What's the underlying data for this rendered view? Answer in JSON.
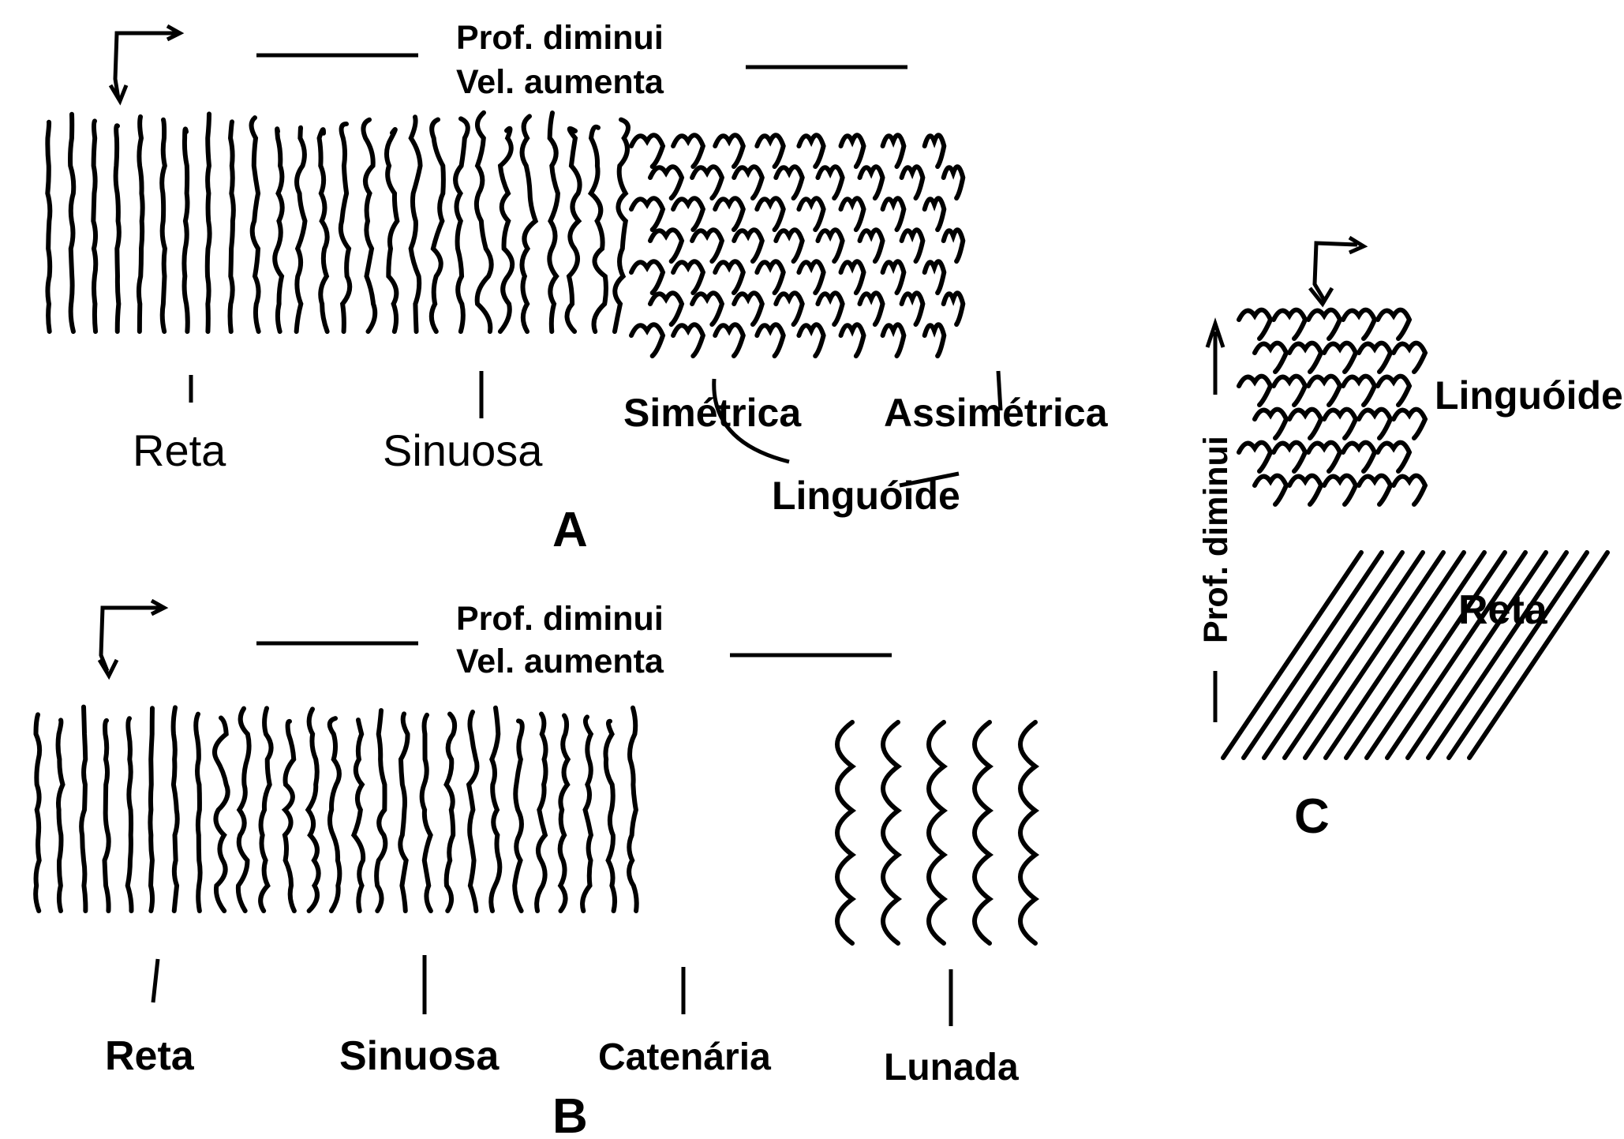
{
  "panel_a": {
    "header_line1": "Prof. diminui",
    "header_line2": "Vel. aumenta",
    "label_reta": "Reta",
    "label_sinuosa": "Sinuosa",
    "label_simetrica": "Simétrica",
    "label_assimetrica": "Assimétrica",
    "label_linguoide": "Linguóide",
    "panel_letter": "A"
  },
  "panel_b": {
    "header_line1": "Prof. diminui",
    "header_line2": "Vel. aumenta",
    "label_reta": "Reta",
    "label_sinuosa": "Sinuosa",
    "label_catenaria": "Catenária",
    "label_lunada": "Lunada",
    "panel_letter": "B"
  },
  "panel_c": {
    "axis_label": "Prof. diminui",
    "label_linguoide": "Linguóide",
    "label_reta": "Reta",
    "panel_letter": "C"
  }
}
